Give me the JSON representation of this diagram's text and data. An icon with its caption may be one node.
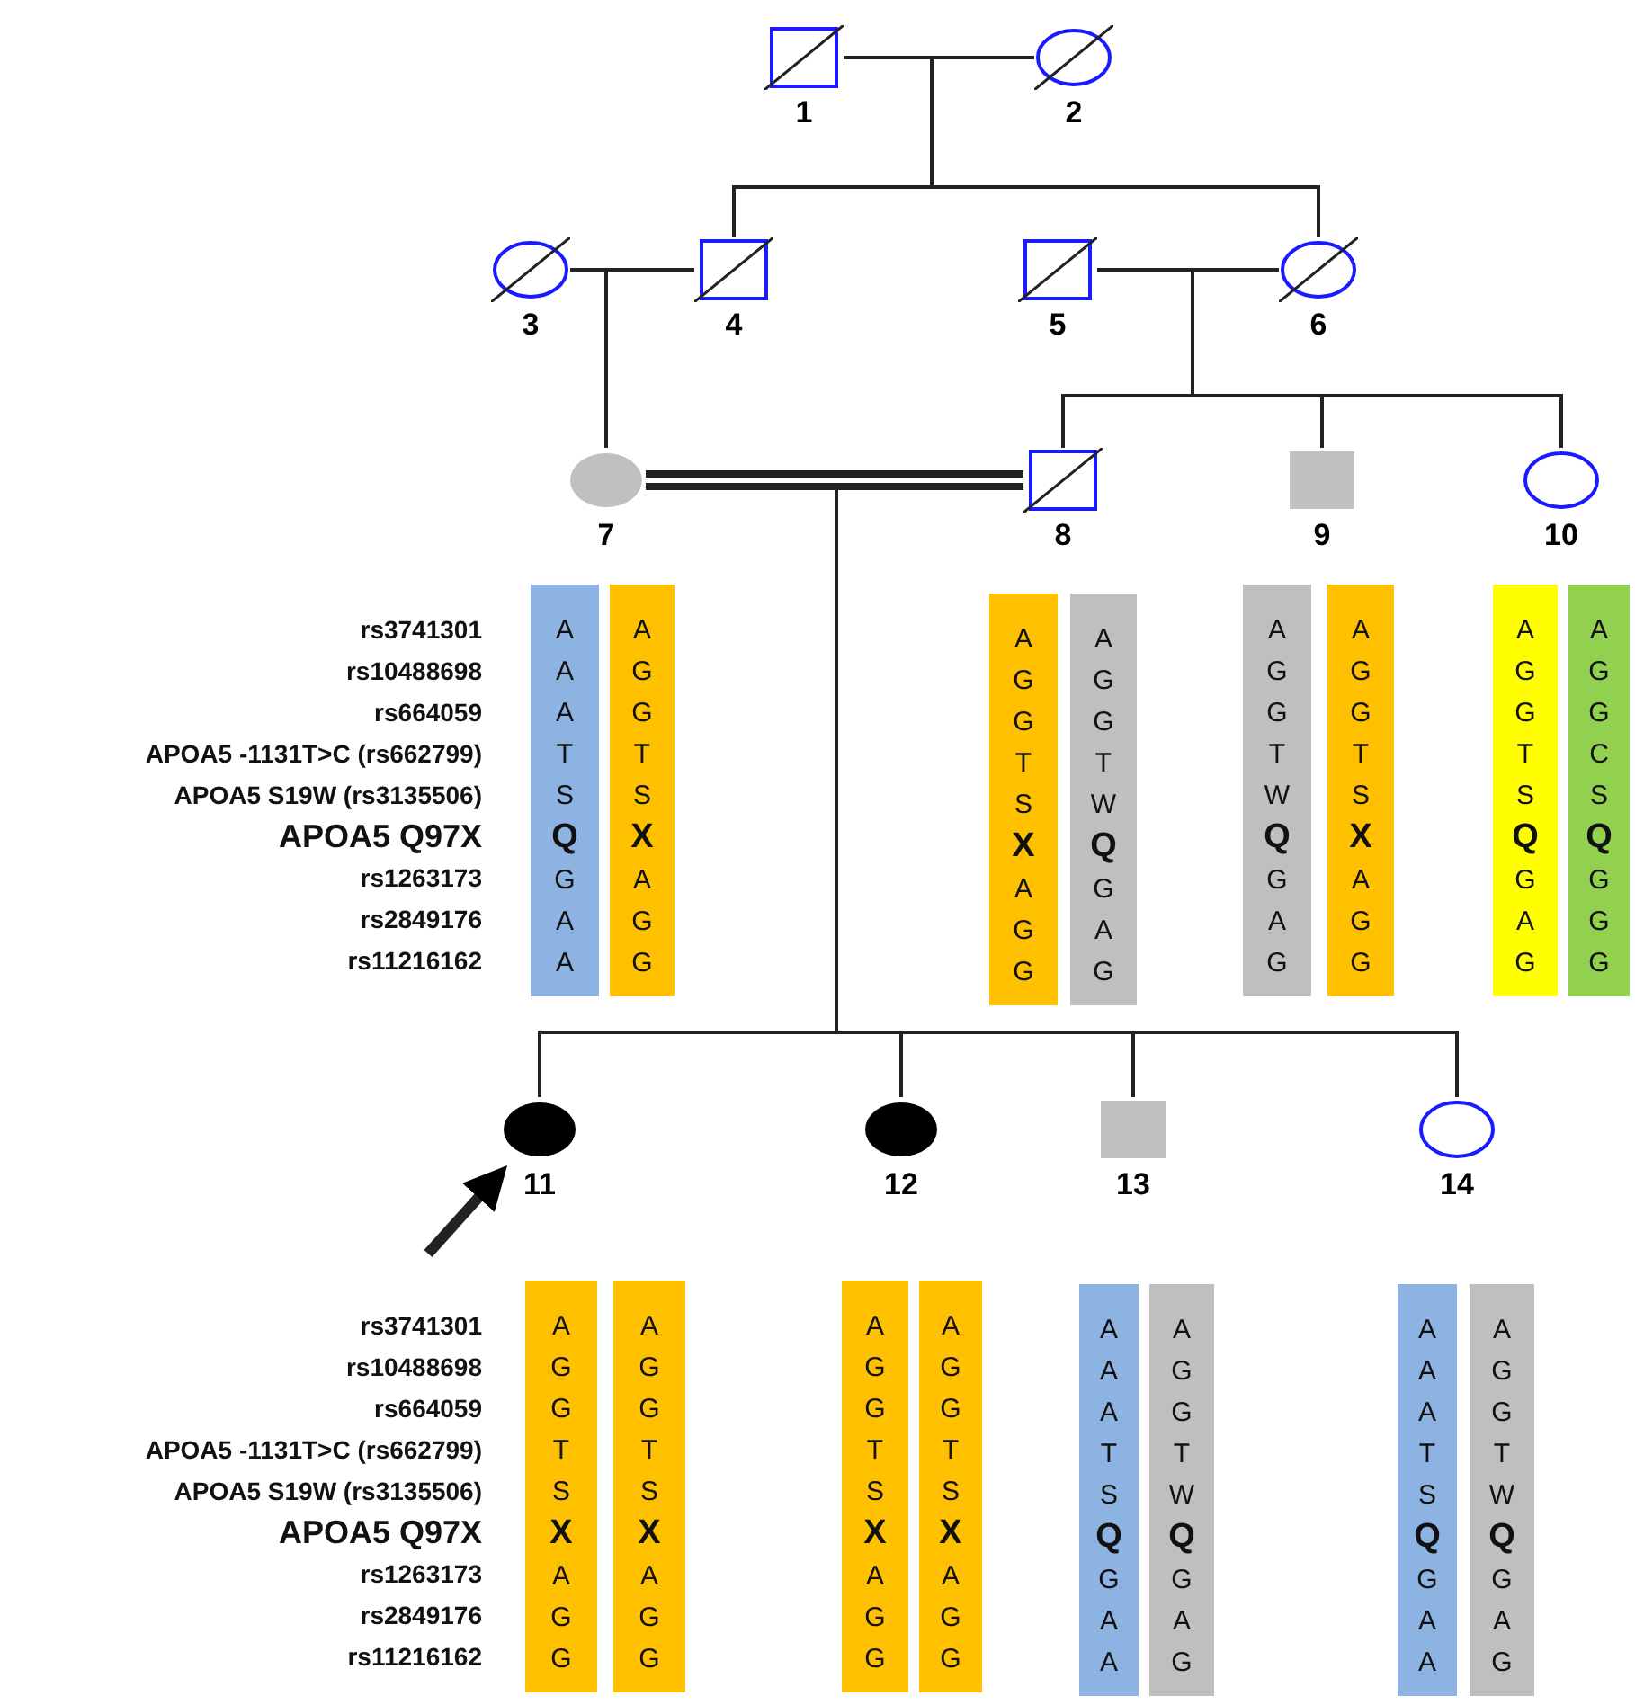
{
  "diagram": {
    "nodes": [
      {
        "text": [
          "1"
        ]
      },
      {
        "text": [
          "2"
        ]
      },
      {
        "text": [
          "3"
        ]
      },
      {
        "text": [
          "4"
        ]
      },
      {
        "text": [
          "5"
        ]
      },
      {
        "text": [
          "6"
        ]
      },
      {
        "text": [
          "7"
        ]
      },
      {
        "text": [
          "8"
        ]
      },
      {
        "text": [
          "9"
        ]
      },
      {
        "text": [
          "10"
        ]
      },
      {
        "text": [
          "11"
        ]
      },
      {
        "text": [
          "12"
        ]
      },
      {
        "text": [
          "13"
        ]
      },
      {
        "text": [
          "14"
        ]
      },
      {
        "text": [
          "A A A T S **Q** G A A"
        ]
      },
      {
        "text": [
          "A G G T S **X** A G G"
        ]
      },
      {
        "text": [
          "A G G T S **X** A G G"
        ]
      },
      {
        "text": [
          "A G G T W **Q** G A G"
        ]
      },
      {
        "text": [
          "A G G T W **Q** G A G"
        ]
      },
      {
        "text": [
          "A G G T S **X** A G G"
        ]
      },
      {
        "text": [
          "A G G T S **Q** G A G"
        ]
      },
      {
        "text": [
          "A G G C S **Q** G G G"
        ]
      },
      {
        "text": [
          "A G G T S **X** A G G"
        ]
      },
      {
        "text": [
          "A G G T S **X** A G G"
        ]
      },
      {
        "text": [
          "A G G T S **X** A G G"
        ]
      },
      {
        "text": [
          "A G G T S **X** A G G"
        ]
      },
      {
        "text": [
          "A A A T S **Q** G A A"
        ]
      },
      {
        "text": [
          "A G G T W **Q** G A G"
        ]
      },
      {
        "text": [
          "A A A T S **Q** G A A"
        ]
      },
      {
        "text": [
          "A G G T W **Q** G A G"
        ]
      }
    ],
    "edges": [
      {
        "from": 0,
        "to": 1,
        "arrow": "none"
      },
      {
        "from": 0,
        "to": 3,
        "arrow": "none"
      },
      {
        "from": 0,
        "to": 5,
        "arrow": "none"
      },
      {
        "from": 1,
        "to": 3,
        "arrow": "none"
      },
      {
        "from": 1,
        "to": 5,
        "arrow": "none"
      },
      {
        "from": 2,
        "to": 3,
        "arrow": "none"
      },
      {
        "from": 2,
        "to": 6,
        "arrow": "none"
      },
      {
        "from": 3,
        "to": 6,
        "arrow": "none"
      },
      {
        "from": 4,
        "to": 5,
        "arrow": "none"
      },
      {
        "from": 4,
        "to": 7,
        "arrow": "none"
      },
      {
        "from": 4,
        "to": 8,
        "arrow": "none"
      },
      {
        "from": 4,
        "to": 9,
        "arrow": "none"
      },
      {
        "from": 5,
        "to": 7,
        "arrow": "none"
      },
      {
        "from": 5,
        "to": 8,
        "arrow": "none"
      },
      {
        "from": 5,
        "to": 9,
        "arrow": "none"
      },
      {
        "from": 6,
        "to": 7,
        "arrow": "none",
        "style": "thick"
      },
      {
        "from": 6,
        "to": 10,
        "arrow": "none"
      },
      {
        "from": 6,
        "to": 11,
        "arrow": "none"
      },
      {
        "from": 6,
        "to": 12,
        "arrow": "none"
      },
      {
        "from": 6,
        "to": 13,
        "arrow": "none"
      },
      {
        "from": 7,
        "to": 10,
        "arrow": "none"
      },
      {
        "from": 7,
        "to": 11,
        "arrow": "none"
      },
      {
        "from": 7,
        "to": 12,
        "arrow": "none"
      },
      {
        "from": 7,
        "to": 13,
        "arrow": "none"
      },
      {
        "from": null,
        "to": 10,
        "arrow": "to",
        "style": "thick"
      }
    ],
    "labels": [
      "rs3741301",
      "rs10488698",
      "rs664059",
      "APOA5 -1131T>C  (rs662799)",
      "APOA5 S19W (rs3135506)",
      "APOA5 Q97X",
      "rs1263173",
      "rs2849176",
      "rs11216162",
      "rs3741301",
      "rs10488698",
      "rs664059",
      "APOA5 -1131T>C  (rs662799)",
      "APOA5 S19W (rs3135506)",
      "APOA5 Q97X",
      "rs1263173",
      "rs2849176",
      "rs11216162"
    ]
  }
}
